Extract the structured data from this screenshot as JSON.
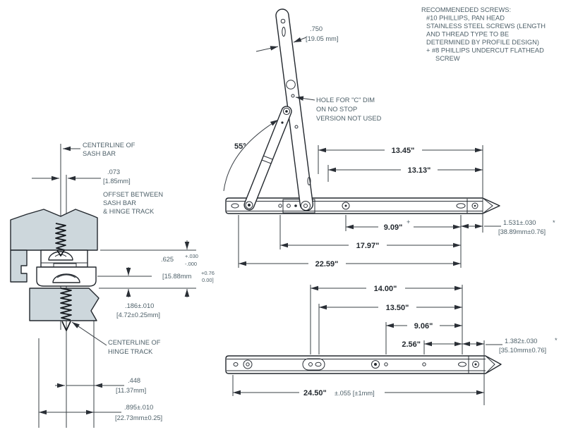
{
  "notes": {
    "screws": [
      "RECOMMENEDED SCREWS:",
      "#10 PHILLIPS, PAN HEAD",
      "STAINLESS STEEL SCREWS (LENGTH",
      "AND THREAD TYPE TO BE",
      "DETERMINED BY PROFILE DESIGN)",
      "+ #8 PHILLIPS UNDERCUT FLATHEAD",
      "SCREW"
    ],
    "hole_c": [
      "HOLE FOR \"C\" DIM",
      "ON NO STOP",
      "VERSION NOT USED"
    ]
  },
  "labels": {
    "centerline_sash": [
      "CENTERLINE OF",
      "SASH BAR"
    ],
    "offset": [
      "OFFSET BETWEEN",
      "SASH BAR",
      "& HINGE TRACK"
    ],
    "centerline_hinge": [
      "CENTERLINE OF",
      "HINGE TRACK"
    ]
  },
  "dims": {
    "angle": "55°",
    "arm_width": {
      "in": ".750",
      "mm": "[19.05 mm]"
    },
    "upper": {
      "d13_45": "13.45\"",
      "d13_13": "13.13\"",
      "d9_09": "9.09\"",
      "d9_09_tol": "+",
      "d17_97": "17.97\"",
      "d22_59": "22.59\"",
      "end": {
        "in": "1.531±.030",
        "star": "*",
        "mm": "[38.89mm±0.76]"
      }
    },
    "lower": {
      "d14_00": "14.00\"",
      "d13_50": "13.50\"",
      "d9_06": "9.06\"",
      "d2_56": "2.56\"",
      "len": {
        "in": "24.50\"",
        "tol": "±.055 [±1mm]"
      },
      "end": {
        "in": "1.382±.030",
        "star": "*",
        "mm": "[35.10mm±0.76]"
      }
    },
    "cross": {
      "offset": {
        "in": ".073",
        "mm": "[1.85mm]"
      },
      "depth": {
        "in": ".625",
        "tp": "+.030",
        "tm": "-.000",
        "mm": "[15.88mm",
        "mmtp": "+0.76",
        "mmtm": "0.00]"
      },
      "lip": {
        "in": ".186±.010",
        "mm": "[4.72±0.25mm]"
      },
      "w448": {
        "in": ".448",
        "mm": "[11.37mm]"
      },
      "w895": {
        "in": ".895±.010",
        "mm": "[22.73mm±0.25]"
      }
    }
  },
  "colors": {
    "profile_fill": "#cdd7dc",
    "line": "#23282e",
    "text": "#4e6069",
    "dim_text": "#22282e"
  }
}
